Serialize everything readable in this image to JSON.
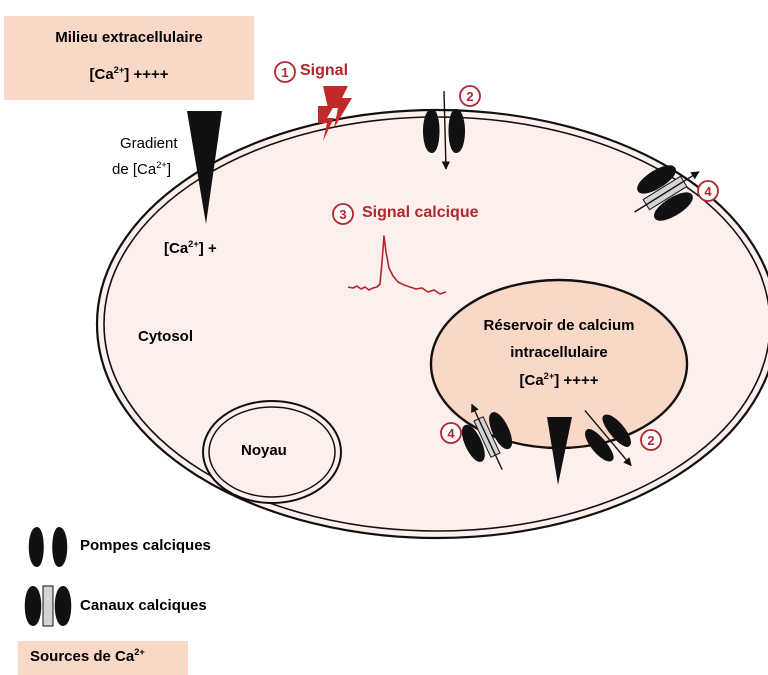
{
  "extracellular": {
    "title": "Milieu extracellulaire",
    "ca_prefix": "[Ca",
    "ca_charge": "2+",
    "ca_suffix": "] ++++"
  },
  "gradient": {
    "line1": "Gradient",
    "line2_prefix": "de [Ca",
    "charge": "2+",
    "line2_suffix": "]"
  },
  "cytosol_ca": {
    "prefix": "[Ca",
    "charge": "2+",
    "suffix": "] +"
  },
  "cytosol": "Cytosol",
  "nucleus": "Noyau",
  "reservoir": {
    "line1": "Réservoir de calcium",
    "line2": "intracellulaire",
    "ca_prefix": "[Ca",
    "ca_charge": "2+",
    "ca_suffix": "] ++++"
  },
  "steps": {
    "s1_number": "1",
    "s1_label": "Signal",
    "s2_number": "2",
    "s3_number": "3",
    "s3_label": "Signal calcique",
    "s4_number": "4"
  },
  "legend": {
    "pumps": "Pompes calciques",
    "channels": "Canaux calciques",
    "sources_prefix": "Sources de Ca",
    "sources_charge": "2+"
  },
  "colors": {
    "accent_red": "#b3262d",
    "cell_fill": "#fcefec",
    "reservoir_fill": "#f9d8c8",
    "pump_black": "#111111",
    "channel_grey": "#d4d4d4"
  },
  "icons": {
    "signal": "lightning-bolt-icon",
    "pump": "calcium-pump-icon",
    "channel": "calcium-channel-icon",
    "gradient": "wedge-gradient-icon"
  }
}
